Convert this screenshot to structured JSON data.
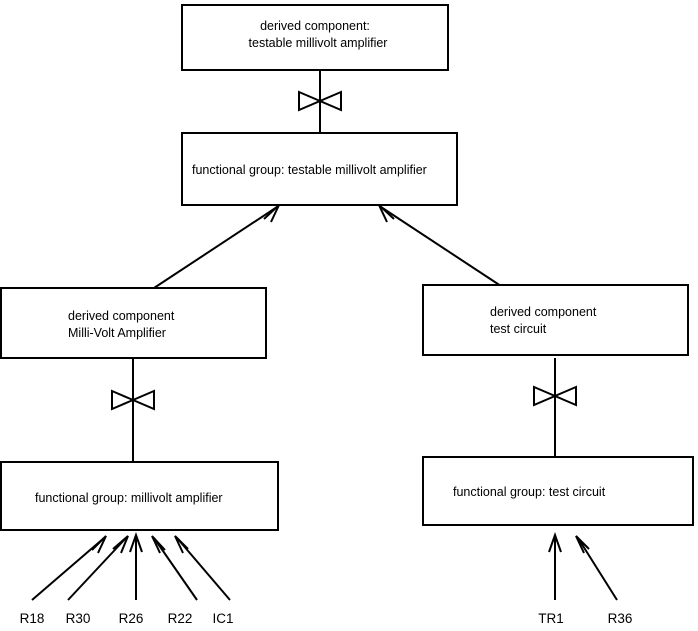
{
  "diagram": {
    "title": "derived component decomposition diagram",
    "background_color": "#ffffff",
    "line_color": "#000000",
    "nodes": {
      "top_derived": {
        "line1": "derived component:",
        "line2": "testable millivolt amplifier"
      },
      "top_functional": {
        "line1": "functional group: testable millivolt amplifier"
      },
      "left_derived": {
        "line1": "derived component",
        "line2": "Milli-Volt Amplifier"
      },
      "right_derived": {
        "line1": "derived component",
        "line2": "test circuit"
      },
      "left_functional": {
        "line1": "functional group: millivolt amplifier"
      },
      "right_functional": {
        "line1": "functional group: test circuit"
      }
    },
    "leaf_labels_left": [
      {
        "label": "R18"
      },
      {
        "label": "R30"
      },
      {
        "label": "R26"
      },
      {
        "label": "R22"
      },
      {
        "label": "IC1"
      }
    ],
    "leaf_labels_right": [
      {
        "label": "TR1"
      },
      {
        "label": "R36"
      }
    ],
    "connector_symbols": [
      {
        "name": "bowtie-aggregation-top"
      },
      {
        "name": "bowtie-aggregation-left"
      },
      {
        "name": "bowtie-aggregation-right"
      }
    ]
  }
}
